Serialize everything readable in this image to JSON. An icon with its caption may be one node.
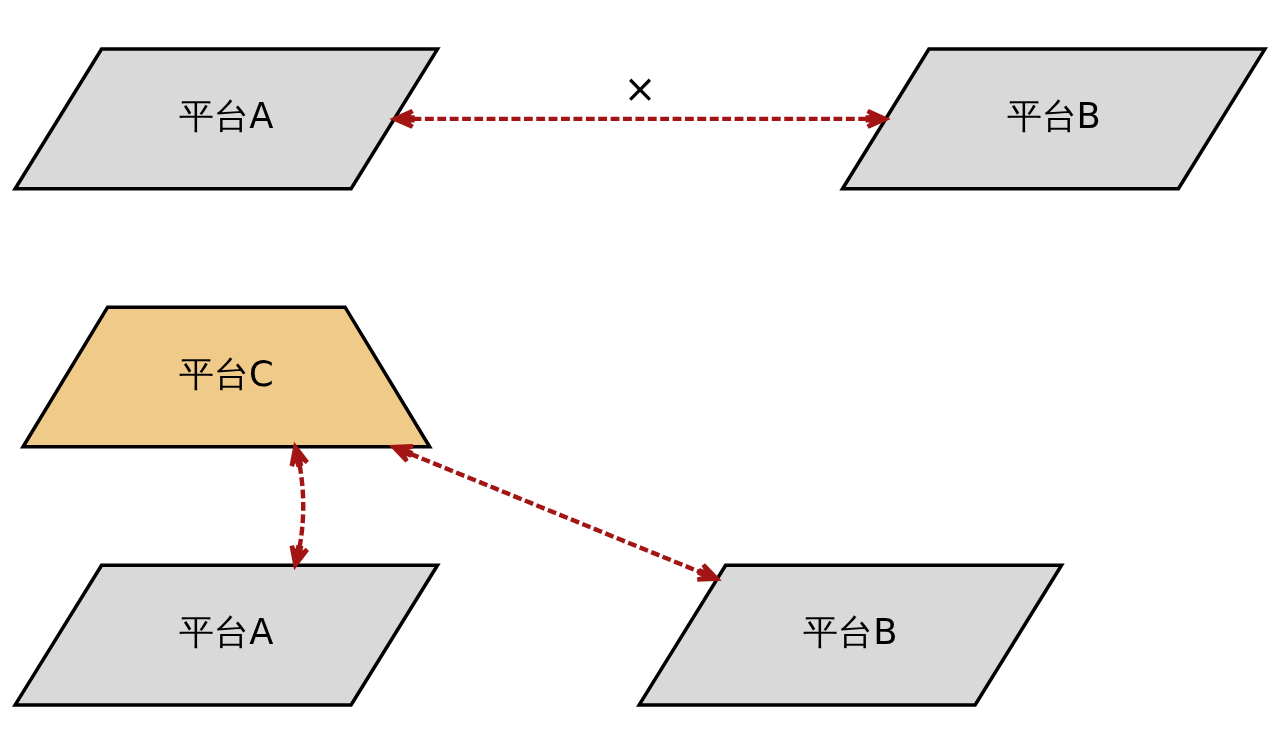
{
  "diagram": {
    "nodes": [
      {
        "text": [
          "平台A"
        ]
      },
      {
        "text": [
          "平台B"
        ]
      },
      {
        "text": [
          "平台C"
        ]
      },
      {
        "text": [
          "平台A"
        ]
      },
      {
        "text": [
          "平台B"
        ]
      }
    ],
    "edges": [
      {
        "from": 0,
        "to": 1,
        "arrow": "both",
        "style": "dashed",
        "color": "#a31515",
        "label": "×"
      },
      {
        "from": 3,
        "to": 2,
        "arrow": "both",
        "style": "dashed",
        "color": "#a31515"
      },
      {
        "from": 2,
        "to": 4,
        "arrow": "both",
        "style": "dashed",
        "color": "#a31515"
      }
    ]
  }
}
